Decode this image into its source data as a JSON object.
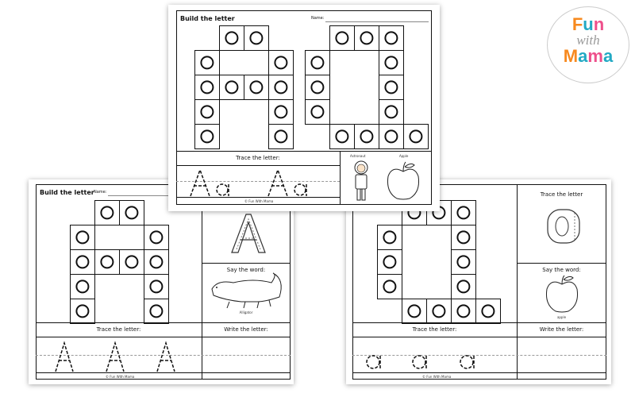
{
  "logo": {
    "line1": "Fun",
    "line2": "with",
    "line3": "Mama",
    "colors": {
      "F": "#f7891e",
      "u": "#22a9c4",
      "n": "#ee4f8b",
      "with": "#9a9a9a",
      "M": "#f7891e",
      "a": "#22a9c4",
      "m": "#ee4f8b",
      "a2": "#22a9c4"
    }
  },
  "sheet_top": {
    "title": "Build the letter",
    "name_label": "Name:",
    "trace_label": "Trace the letter:",
    "copyright": "© Fun With Mama",
    "word1": "Astronaut",
    "word2": "Apple"
  },
  "sheet_left": {
    "title": "Build the letter",
    "name_label": "Name:",
    "say_label": "Say the word:",
    "word": "Alligator",
    "trace_label": "Trace the letter:",
    "write_label": "Write the letter:",
    "copyright": "© Fun With Mama"
  },
  "sheet_right": {
    "trace_top_label": "Trace the letter",
    "say_label": "Say the word:",
    "word": "apple",
    "trace_label": "Trace the letter:",
    "write_label": "Write the letter:",
    "copyright": "© Fun With Mama"
  }
}
